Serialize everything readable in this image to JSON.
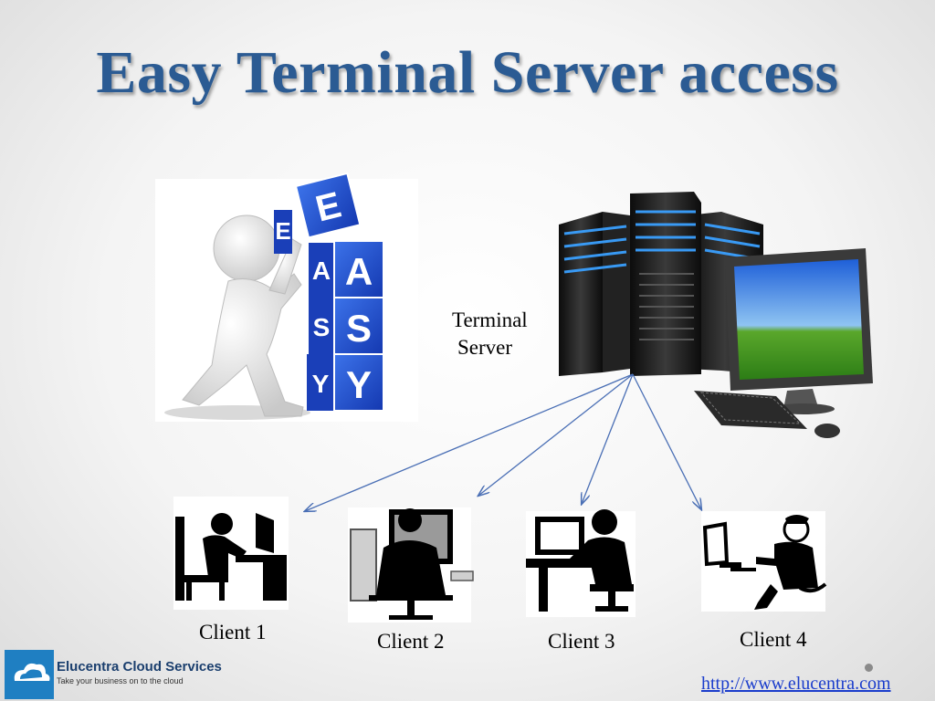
{
  "slide": {
    "title": "Easy Terminal Server access",
    "server_label_line1": "Terminal",
    "server_label_line2": "Server",
    "clients": [
      {
        "label": "Client 1"
      },
      {
        "label": "Client 2"
      },
      {
        "label": "Client 3"
      },
      {
        "label": "Client 4"
      }
    ],
    "easy_letters": [
      "E",
      "E",
      "A",
      "A",
      "S",
      "S",
      "Y",
      "Y"
    ],
    "brand": {
      "name": "Elucentra Cloud Services",
      "tagline": "Take your business on to the cloud"
    },
    "url": "http://www.elucentra.com"
  },
  "colors": {
    "title": "#2b5b93",
    "arrow": "#4a6fb5",
    "cube": "#1d4fd1",
    "brand": "#1f7fc2"
  }
}
